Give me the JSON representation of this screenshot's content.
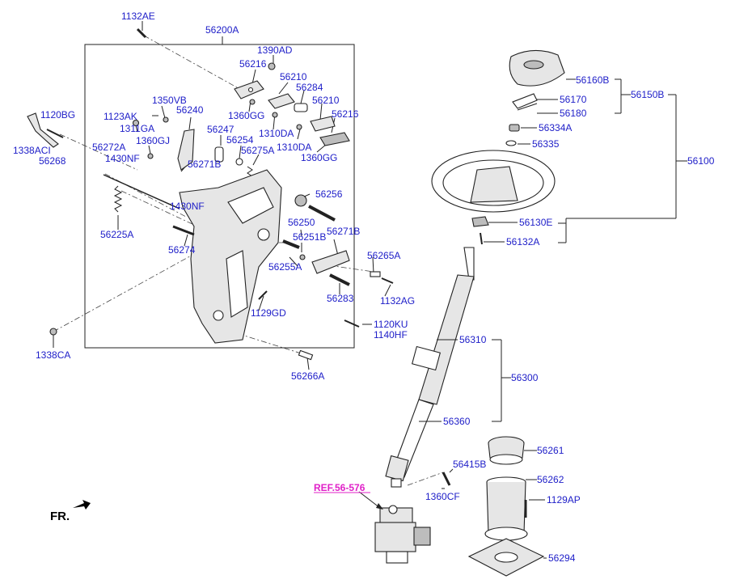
{
  "diagram": {
    "labels": {
      "p1132AE": "1132AE",
      "p56200A": "56200A",
      "p1390AD": "1390AD",
      "p56216a": "56216",
      "p56210a": "56210",
      "p56284": "56284",
      "p56210b": "56210",
      "p56216b": "56216",
      "p1350VB": "1350VB",
      "p56240": "56240",
      "p1123AK": "1123AK",
      "p1120BG": "1120BG",
      "p1311GA": "1311GA",
      "p1360GJ": "1360GJ",
      "p1360GGa": "1360GG",
      "p56247": "56247",
      "p1310DAa": "1310DA",
      "p56254": "56254",
      "p1310DAb": "1310DA",
      "p1360GGb": "1360GG",
      "p56275A": "56275A",
      "p1338ACI": "1338ACI",
      "p56272A": "56272A",
      "p56268": "56268",
      "p1430NFa": "1430NF",
      "p56271Ba": "56271B",
      "p56256": "56256",
      "p1430NFb": "1430NF",
      "p56250": "56250",
      "p56225A": "56225A",
      "p56251B": "56251B",
      "p56271Bb": "56271B",
      "p56274": "56274",
      "p56265A": "56265A",
      "p56255A": "56255A",
      "p56283": "56283",
      "p1132AG": "1132AG",
      "p1129GD": "1129GD",
      "p1120KU": "1120KU",
      "p1140HF": "1140HF",
      "p1338CA": "1338CA",
      "p56266A": "56266A",
      "p56160B": "56160B",
      "p56150B": "56150B",
      "p56170": "56170",
      "p56180": "56180",
      "p56334A": "56334A",
      "p56335": "56335",
      "p56100": "56100",
      "p56130E": "56130E",
      "p56132A": "56132A",
      "p56310": "56310",
      "p56300": "56300",
      "p56360": "56360",
      "p56261": "56261",
      "p56415B": "56415B",
      "p56262": "56262",
      "p1360CF": "1360CF",
      "p1129AP": "1129AP",
      "p56294": "56294"
    },
    "reference": "REF.56-576",
    "front_marker": "FR."
  }
}
